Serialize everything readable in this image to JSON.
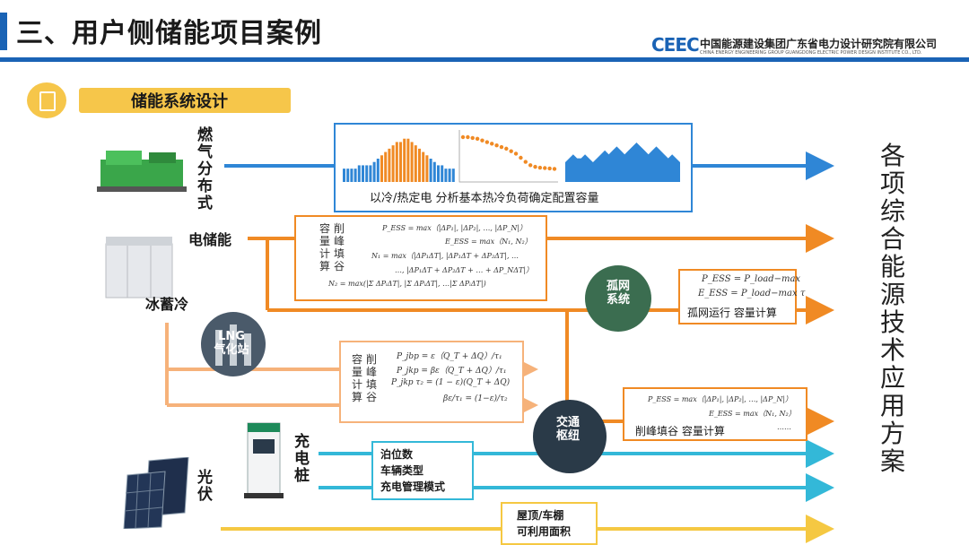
{
  "header": {
    "title": "三、用户侧储能项目案例",
    "logo_text": "CEEC",
    "institute_cn": "中国能源建设集团广东省电力设计研究院有限公司",
    "institute_en": "CHINA ENERGY ENGINEERING GROUP GUANGDONG ELECTRIC POWER DESIGN INSTITUTE CO., LTD."
  },
  "section": {
    "label": "储能系统设计"
  },
  "side_title": "各项综合能源技术应用方案",
  "sources": {
    "gas": "燃气分布式",
    "electric_storage": "电储能",
    "ice_storage": "冰蓄冷",
    "lng": "LNG气化站",
    "charging": "充电桩",
    "pv": "光伏"
  },
  "boxes": {
    "gas_caption": "以冷/热定电  分析基本热冷负荷确定配置容量",
    "peak1_title": "削峰填谷 容量计算",
    "peak1_formulas": [
      "P_ESS = max（|ΔP₁|, |ΔP₂|, …, |ΔP_N|）",
      "E_ESS = max（N₁, N₂）",
      "N₁ = max（|ΔP₁ΔT|, |ΔP₁ΔT + ΔP₂ΔT|, …",
      "…, |ΔP₁ΔT + ΔP₂ΔT + … + ΔP_NΔT|）",
      "N₂ = max(|Σ ΔPᵢΔT|, |Σ ΔPᵢΔT|, …|Σ ΔPᵢΔT|)"
    ],
    "island_title": "孤网系统",
    "island_formulas": [
      "P_ESS = P_load−max",
      "E_ESS = P_load−max τ"
    ],
    "island_caption": "孤网运行  容量计算",
    "peak2_title": "削峰填谷 容量计算",
    "peak2_formulas": [
      "P_jbp = ε（Q_T + ΔQ）/τ₁",
      "P_jkp = βε（Q_T + ΔQ）/τ₁",
      "P_jkp τ₂ = (1 − ε)(Q_T + ΔQ)",
      "βε/τ₁ = (1−ε)/τ₂"
    ],
    "traffic_title": "交通枢纽",
    "traffic_formulas": [
      "P_ESS = max（|ΔP₁|, |ΔP₂|, …, |ΔP_N|）",
      "E_ESS = max（N₁, N₂）",
      "……"
    ],
    "traffic_caption": "削峰填谷 容量计算",
    "charge_lines": [
      "泊位数",
      "车辆类型",
      "充电管理模式"
    ],
    "pv_lines": [
      "屋顶/车棚",
      "可利用面积"
    ]
  },
  "colors": {
    "blue": "#2f86d6",
    "orange": "#f08a24",
    "light_orange": "#f6b27a",
    "teal": "#33b8d8",
    "yellow": "#f5c842",
    "header_blue": "#1a63b5"
  },
  "chart_data": [
    {
      "type": "bar",
      "title": "",
      "series": [
        {
          "name": "",
          "values": [
            4,
            4,
            4,
            4,
            5,
            5,
            5,
            5,
            6,
            7,
            8,
            9,
            10,
            11,
            12,
            12,
            13,
            13,
            12,
            11,
            10,
            9,
            8,
            7,
            6,
            5,
            5,
            4,
            4,
            4
          ]
        }
      ]
    },
    {
      "type": "line",
      "title": "",
      "series": [
        {
          "name": "",
          "values": [
            10,
            10,
            9.8,
            9.6,
            9.2,
            8.8,
            8.4,
            8,
            7.6,
            7.2,
            6.6,
            6,
            5,
            4,
            3.2,
            2.8,
            2.6,
            2.5,
            2.4,
            2.3
          ]
        }
      ]
    },
    {
      "type": "area",
      "title": "",
      "series": [
        {
          "name": "",
          "values": [
            5,
            6,
            7,
            6,
            6,
            7,
            6,
            5,
            6,
            7,
            8,
            7,
            8,
            9,
            8,
            7,
            8,
            9,
            10,
            9,
            8,
            7,
            8,
            9,
            8,
            7,
            6,
            7,
            6,
            5
          ]
        }
      ]
    }
  ]
}
